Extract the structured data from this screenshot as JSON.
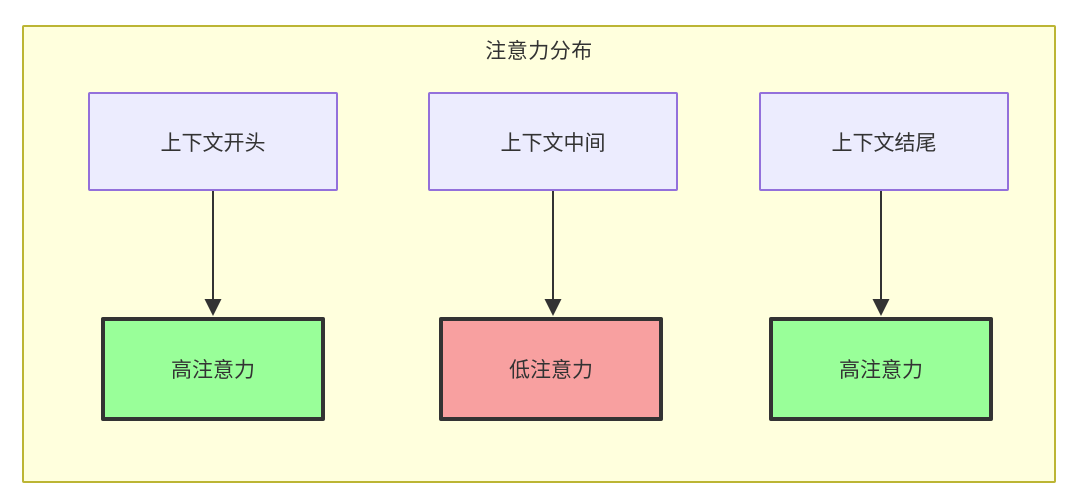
{
  "diagram": {
    "type": "flowchart",
    "direction": "top-down",
    "title": "注意力分布",
    "container": {
      "name": "attention-distribution-subgraph",
      "fill_color": "#ffffdd",
      "border_color": "#bcb534"
    },
    "nodes": [
      {
        "id": "context-start",
        "label": "上下文开头",
        "row": "top",
        "column": 1,
        "fill_color": "#ececfe",
        "border_color": "#9370db"
      },
      {
        "id": "context-middle",
        "label": "上下文中间",
        "row": "top",
        "column": 2,
        "fill_color": "#ececfe",
        "border_color": "#9370db"
      },
      {
        "id": "context-end",
        "label": "上下文结尾",
        "row": "top",
        "column": 3,
        "fill_color": "#ececfe",
        "border_color": "#9370db"
      },
      {
        "id": "high-attention-start",
        "label": "高注意力",
        "row": "bottom",
        "column": 1,
        "fill_color": "#99ff99",
        "border_color": "#333333"
      },
      {
        "id": "low-attention-middle",
        "label": "低注意力",
        "row": "bottom",
        "column": 2,
        "fill_color": "#f8a0a0",
        "border_color": "#333333"
      },
      {
        "id": "high-attention-end",
        "label": "高注意力",
        "row": "bottom",
        "column": 3,
        "fill_color": "#99ff99",
        "border_color": "#333333"
      }
    ],
    "edges": [
      {
        "id": "edge-1",
        "from": "context-start",
        "to": "high-attention-start",
        "label": "",
        "arrow": "arrow-down-icon"
      },
      {
        "id": "edge-2",
        "from": "context-middle",
        "to": "low-attention-middle",
        "label": "",
        "arrow": "arrow-down-icon"
      },
      {
        "id": "edge-3",
        "from": "context-end",
        "to": "high-attention-end",
        "label": "",
        "arrow": "arrow-down-icon"
      }
    ]
  }
}
